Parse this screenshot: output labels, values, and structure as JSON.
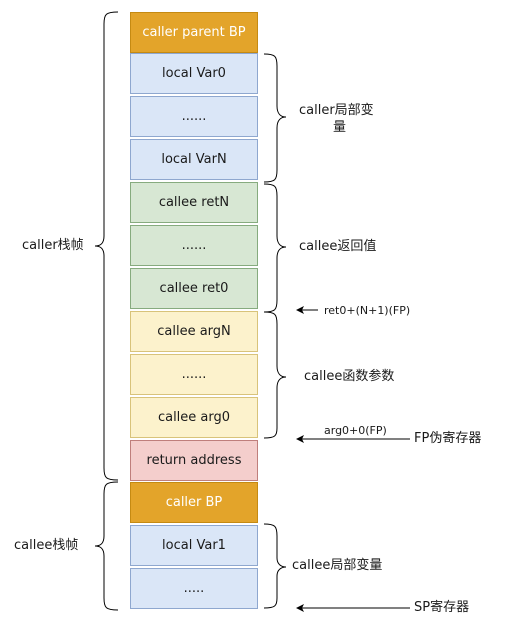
{
  "stack_cells": [
    {
      "text": "caller parent BP",
      "color": "orange"
    },
    {
      "text": "local Var0",
      "color": "blue"
    },
    {
      "text": "......",
      "color": "blue"
    },
    {
      "text": "local VarN",
      "color": "blue"
    },
    {
      "text": "callee retN",
      "color": "green"
    },
    {
      "text": "......",
      "color": "green"
    },
    {
      "text": "callee ret0",
      "color": "green"
    },
    {
      "text": "callee argN",
      "color": "yellow"
    },
    {
      "text": "......",
      "color": "yellow"
    },
    {
      "text": "callee arg0",
      "color": "yellow"
    },
    {
      "text": "return address",
      "color": "red"
    },
    {
      "text": "caller BP",
      "color": "orange"
    },
    {
      "text": "local Var1",
      "color": "blue"
    },
    {
      "text": ".....",
      "color": "blue"
    }
  ],
  "left_labels": {
    "caller_frame": "caller栈帧",
    "callee_frame": "callee栈帧"
  },
  "right_labels": {
    "caller_locals_line1": "caller局部变",
    "caller_locals_line2": "量",
    "callee_returns": "callee返回值",
    "callee_args": "callee函数参数",
    "callee_locals": "callee局部变量"
  },
  "pointers": {
    "ret0_offset": "ret0+(N+1)(FP)",
    "arg0_offset": "arg0+0(FP)",
    "fp_register": "FP伪寄存器",
    "sp_register": "SP寄存器"
  },
  "colors": {
    "orange": "#e3a42a",
    "blue": "#dae6f7",
    "green": "#d7e7d3",
    "yellow": "#fcf2cc",
    "red": "#f4cecc"
  }
}
